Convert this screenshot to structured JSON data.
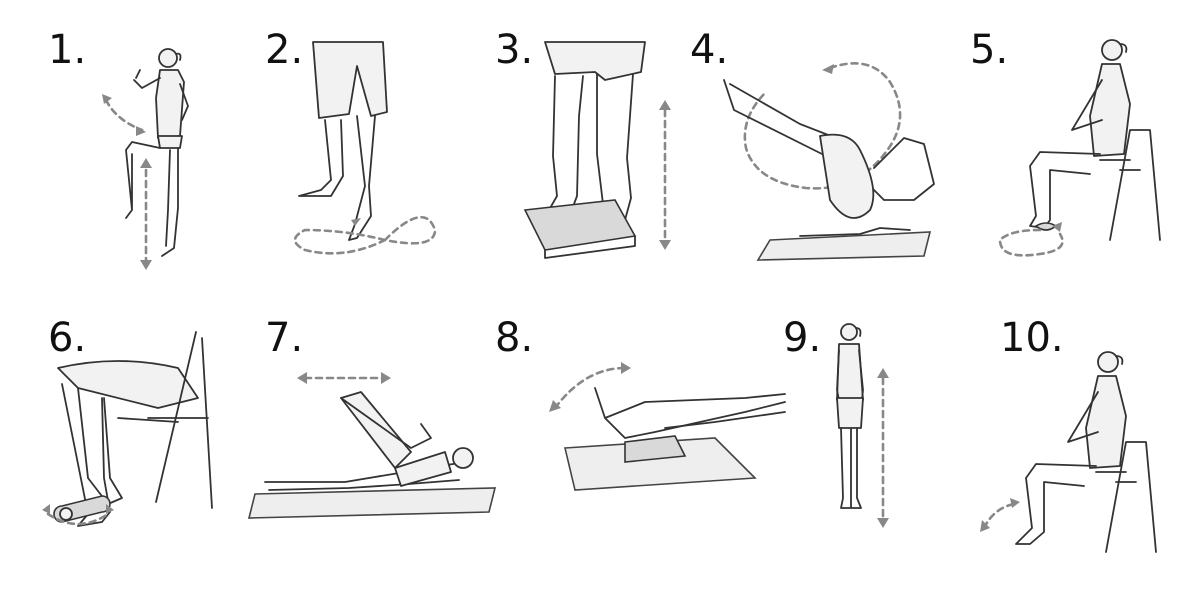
{
  "exercises": [
    {
      "number": "1."
    },
    {
      "number": "2."
    },
    {
      "number": "3."
    },
    {
      "number": "4."
    },
    {
      "number": "5."
    },
    {
      "number": "6."
    },
    {
      "number": "7."
    },
    {
      "number": "8."
    },
    {
      "number": "9."
    },
    {
      "number": "10."
    }
  ],
  "colors": {
    "line": "#333333",
    "arrow": "#888888",
    "background": "#ffffff"
  }
}
